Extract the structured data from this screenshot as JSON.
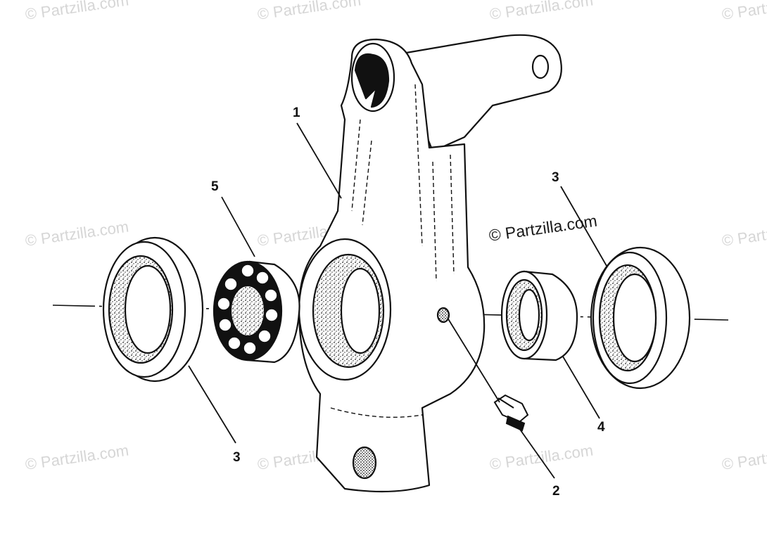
{
  "watermark": {
    "text": "© Partzilla.com",
    "color": "#d6d6d6"
  },
  "main_watermark": {
    "text": "© Partzilla.com",
    "color": "#1a1a1a"
  },
  "callouts": [
    {
      "id": "1",
      "label": "1",
      "part": "steering-knuckle"
    },
    {
      "id": "2",
      "label": "2",
      "part": "grease-fitting"
    },
    {
      "id": "3a",
      "label": "3",
      "part": "seal-left"
    },
    {
      "id": "3b",
      "label": "3",
      "part": "seal-right"
    },
    {
      "id": "4",
      "label": "4",
      "part": "bearing-race"
    },
    {
      "id": "5",
      "label": "5",
      "part": "ball-bearing"
    }
  ],
  "line_color": "#111111",
  "stipple_color": "#222222"
}
